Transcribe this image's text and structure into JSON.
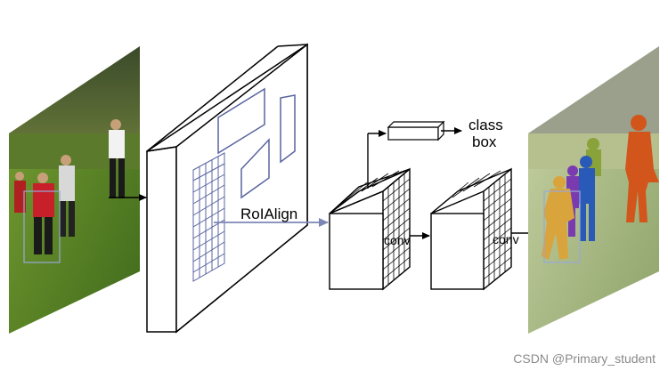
{
  "labels": {
    "roi_align": "RoIAlign",
    "class": "class",
    "box": "box",
    "conv_1": "conv",
    "conv_2": "conv"
  },
  "watermark": "CSDN @Primary_student",
  "colors": {
    "roi_arrow": "#7c87b5",
    "roi_box": "#5a64a0",
    "mask_orange": "#d2561c",
    "mask_yellow": "#d9a43c",
    "mask_blue": "#2a5ab8",
    "mask_purple": "#7a3ab0",
    "mask_green": "#8aa23a"
  },
  "icons": {
    "input_image": "soccer-photo",
    "output_image": "segmented-soccer-photo"
  }
}
